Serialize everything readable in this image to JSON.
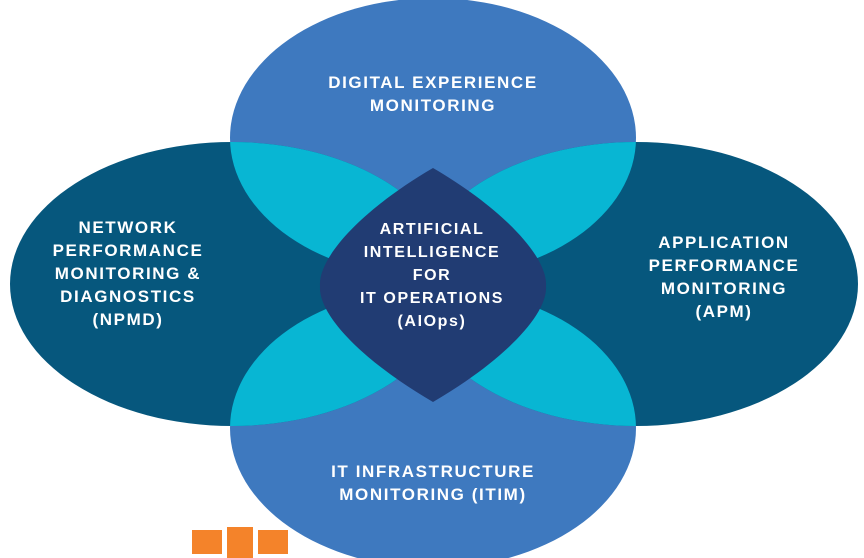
{
  "diagram": {
    "colors": {
      "outer_dark": "#06577d",
      "outer_mid": "#3e79bf",
      "overlap": "#08b6d3",
      "center": "#213c73",
      "text": "#ffffff",
      "gear": "#f4832a"
    },
    "regions": {
      "top": {
        "lines": [
          "DIGITAL EXPERIENCE",
          "MONITORING"
        ]
      },
      "left": {
        "lines": [
          "NETWORK",
          "PERFORMANCE",
          "MONITORING &",
          "DIAGNOSTICS",
          "(NPMD)"
        ]
      },
      "right": {
        "lines": [
          "APPLICATION",
          "PERFORMANCE",
          "MONITORING",
          "(APM)"
        ]
      },
      "bottom": {
        "lines": [
          "IT INFRASTRUCTURE",
          "MONITORING (ITIM)"
        ]
      },
      "center": {
        "lines": [
          "ARTIFICIAL",
          "INTELLIGENCE",
          "FOR",
          "IT OPERATIONS",
          "(AIOps)"
        ]
      }
    },
    "decoration": {
      "icon": "gear-icon"
    }
  }
}
